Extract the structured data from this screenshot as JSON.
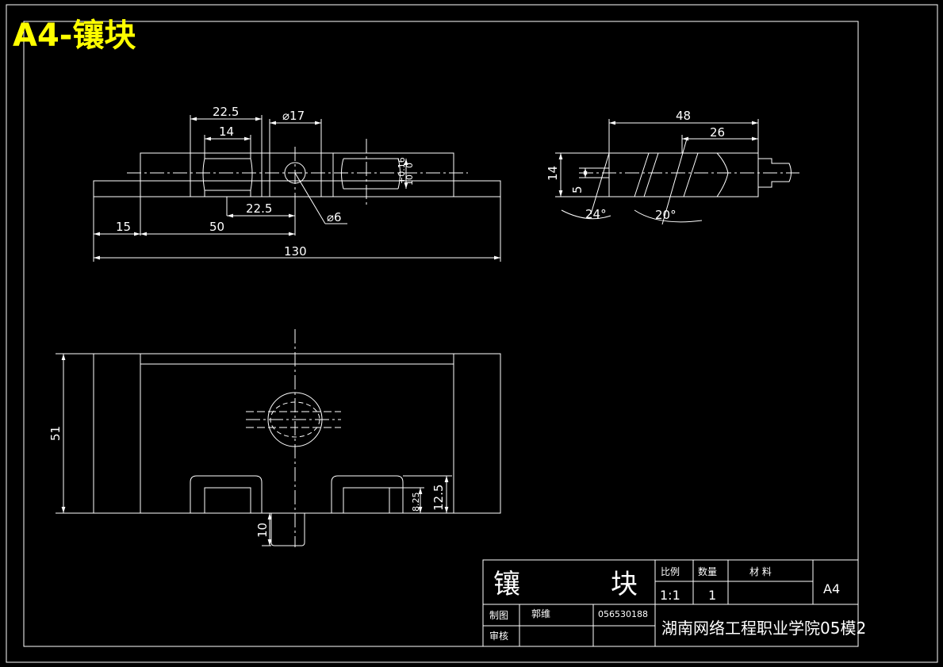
{
  "title": "A4-镶块",
  "top_view_dims": {
    "d22_5_top": "22.5",
    "d14": "14",
    "phi17": "⌀17",
    "tol": "+0.16",
    "ten": "10",
    "zero": "0",
    "phi6": "⌀6",
    "d22_5_bottom": "22.5",
    "d15": "15",
    "d50": "50",
    "d130": "130"
  },
  "side_view_dims": {
    "d48": "48",
    "d26": "26",
    "d14": "14",
    "d5": "5",
    "a24": "24°",
    "a20": "20°"
  },
  "front_view_dims": {
    "d51": "51",
    "d12_5": "12.5",
    "d8_25": "8.25",
    "d10": "10"
  },
  "title_block": {
    "part_name_left": "镶",
    "part_name_right": "块",
    "scale_label": "比例",
    "qty_label": "数量",
    "material_label": "材    料",
    "scale_value": "1:1",
    "qty_value": "1",
    "sheet": "A4",
    "drawn_label": "制图",
    "drawn_name": "郭维",
    "student_id": "056530188",
    "check_label": "审核",
    "school": "湖南网络工程职业学院05模2"
  }
}
